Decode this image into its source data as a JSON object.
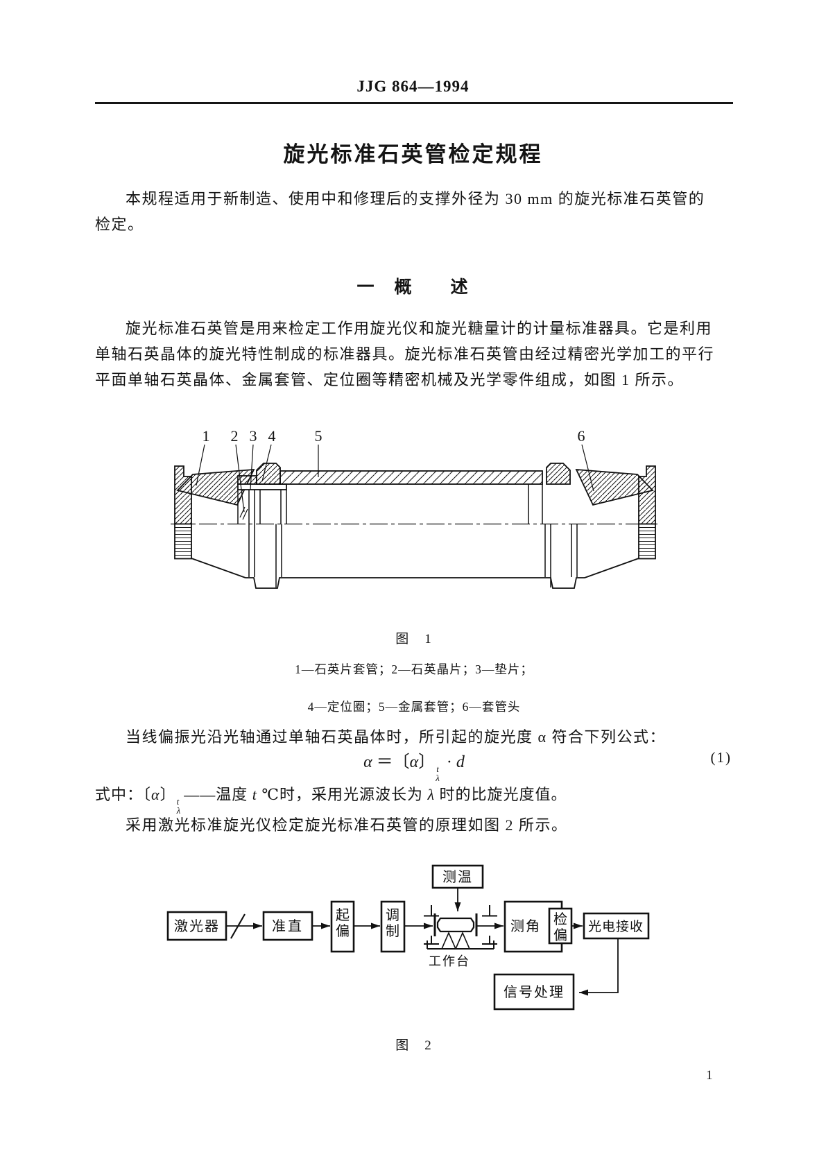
{
  "header": {
    "doc_code": "JJG 864—1994"
  },
  "title": "旋光标准石英管检定规程",
  "intro": {
    "line1": "本规程适用于新制造、使用中和修理后的支撑外径为 30 mm 的旋光标准石英管的",
    "line2": "检定。"
  },
  "section1": {
    "heading": "一　概　　述",
    "para_line1": "旋光标准石英管是用来检定工作用旋光仪和旋光糖量计的计量标准器具。它是利用",
    "para_line2": "单轴石英晶体的旋光特性制成的标准器具。旋光标准石英管由经过精密光学加工的平行",
    "para_line3": "平面单轴石英晶体、金属套管、定位圈等精密机械及光学零件组成，如图 1 所示。"
  },
  "figure1": {
    "caption": "图　1",
    "labels": [
      "1",
      "2",
      "3",
      "4",
      "5",
      "6"
    ],
    "legend_line1": "1—石英片套管；2—石英晶片；3—垫片；",
    "legend_line2": "4—定位圈；5—金属套管；6—套管头"
  },
  "formula_intro": "当线偏振光沿光轴通过单轴石英晶体时，所引起的旋光度 α 符合下列公式：",
  "formula": {
    "lhs": "α",
    "eq": "＝",
    "open": "〔",
    "balpha": "α",
    "close": "〕",
    "sup": "t",
    "sub": "λ",
    "dot": "·",
    "rhs": "d",
    "number": "(1)"
  },
  "explain": {
    "prefix": "式中：",
    "open": "〔",
    "alpha": "α",
    "close": "〕",
    "sup": "t",
    "sub": "λ",
    "dash": "——温度 ",
    "tvar": "t",
    "mid": " ℃时，采用光源波长为 ",
    "lambda": "λ",
    "suffix": " 时的比旋光度值。"
  },
  "method_line": "采用激光标准旋光仪检定旋光标准石英管的原理如图 2 所示。",
  "figure2": {
    "caption": "图　2",
    "nodes": {
      "laser": "激光器",
      "collimation": "准直",
      "polarizer": "起偏",
      "modulator": "调制",
      "temperature": "测温",
      "worktable": "工作台",
      "angle_measure": "测角",
      "analyzer": "检偏",
      "receiver": "光电接收",
      "signal": "信号处理"
    }
  },
  "page": {
    "number": "1"
  }
}
